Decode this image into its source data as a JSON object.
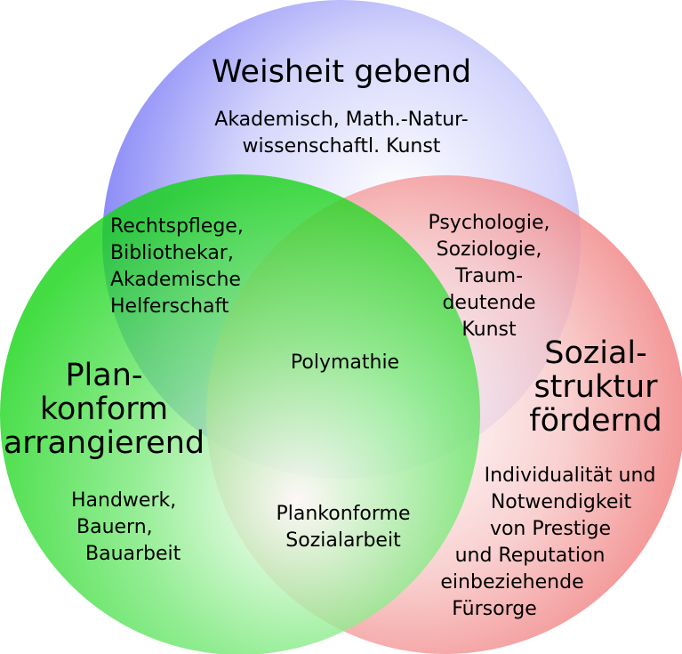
{
  "colors": {
    "blue": "#7f7ff7",
    "red": "#f07a7a",
    "green": "#14d414",
    "background": "#ffffff"
  },
  "circles": {
    "blue": {
      "title": "Weisheit gebend",
      "subtitle": [
        "Akademisch, Math.-Natur-",
        "wissenschaftl. Kunst"
      ]
    },
    "red": {
      "title": [
        "Sozial-",
        "struktur",
        "fördernd"
      ],
      "subtitle": [
        "Individualität und",
        "Notwendigkeit",
        "von Prestige",
        "und Reputation",
        "einbeziehende",
        "Fürsorge"
      ]
    },
    "green": {
      "title": [
        "Plan-",
        "konform",
        "arrangierend"
      ],
      "subtitle": [
        "Handwerk,",
        "Bauern,",
        "Bauarbeit"
      ]
    }
  },
  "intersections": {
    "blue_green": [
      "Rechtspflege,",
      "Bibliothekar,",
      "Akademische",
      "Helferschaft"
    ],
    "blue_red": [
      "Psychologie,",
      "Soziologie,",
      "Traum-",
      "deutende",
      "Kunst"
    ],
    "green_red": [
      "Plankonforme",
      "Sozialarbeit"
    ],
    "all": "Polymathie"
  }
}
